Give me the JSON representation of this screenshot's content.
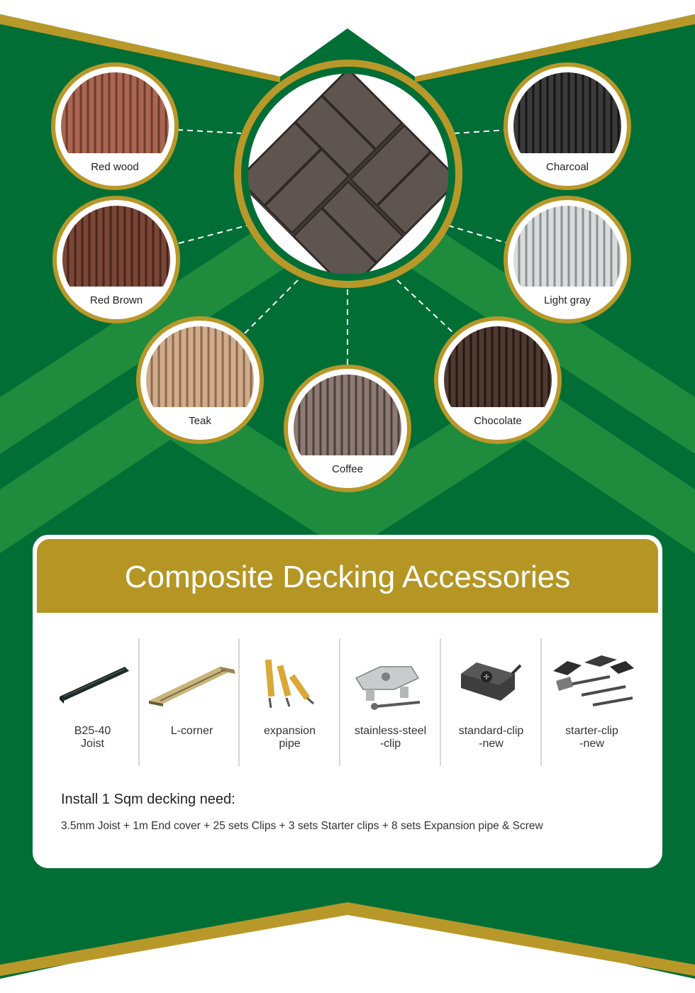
{
  "colors": {
    "background_green": "#016e35",
    "stripe_green": "#1f8b3d",
    "gold": "#b9982a",
    "header_gold": "#b59625",
    "white": "#ffffff"
  },
  "swatches": [
    {
      "name": "Red wood",
      "base": "#a86651",
      "stripe": "#6e3a2c"
    },
    {
      "name": "Charcoal",
      "base": "#3a3a3a",
      "stripe": "#151515"
    },
    {
      "name": "Red Brown",
      "base": "#7a4637",
      "stripe": "#4a2519"
    },
    {
      "name": "Light gray",
      "base": "#d9dcdc",
      "stripe": "#8c9191"
    },
    {
      "name": "Teak",
      "base": "#d0ac8a",
      "stripe": "#8d6a4f"
    },
    {
      "name": "Coffee",
      "base": "#8c7a73",
      "stripe": "#4c403b"
    },
    {
      "name": "Chocolate",
      "base": "#4f3a33",
      "stripe": "#24170f"
    }
  ],
  "accessories_section": {
    "title": "Composite Decking Accessories",
    "items": [
      {
        "line1": "B25-40",
        "line2": "Joist",
        "icon": "joist-icon"
      },
      {
        "line1": "L-corner",
        "line2": "",
        "icon": "l-corner-icon"
      },
      {
        "line1": "expansion",
        "line2": "pipe",
        "icon": "expansion-pipe-icon"
      },
      {
        "line1": "stainless-steel",
        "line2": "-clip",
        "icon": "steel-clip-icon"
      },
      {
        "line1": "standard-clip",
        "line2": "-new",
        "icon": "standard-clip-icon"
      },
      {
        "line1": "starter-clip",
        "line2": "-new",
        "icon": "starter-clip-icon"
      }
    ],
    "install_title": "Install 1 Sqm decking need:",
    "install_text": "3.5mm Joist + 1m End cover + 25 sets Clips + 3 sets Starter clips + 8 sets Expansion pipe & Screw"
  }
}
